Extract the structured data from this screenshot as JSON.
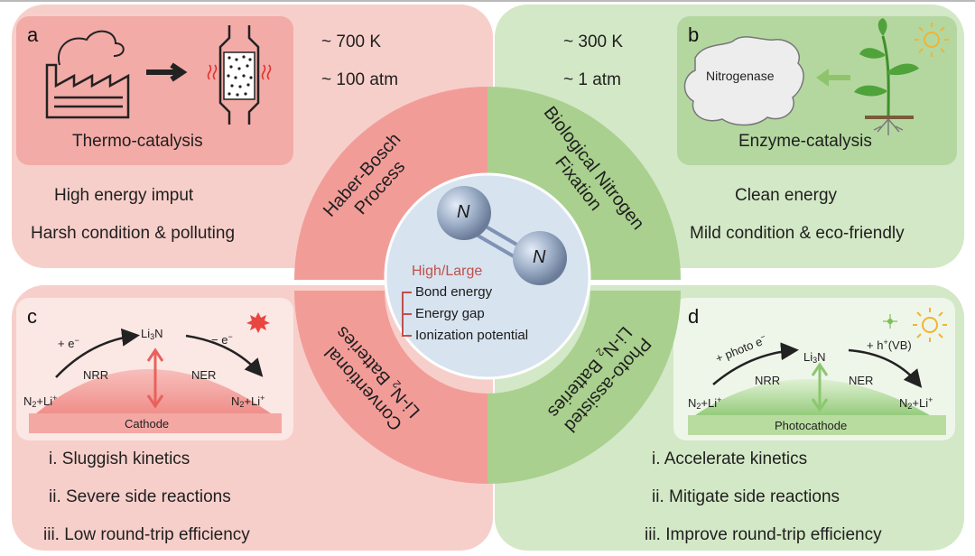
{
  "panels": {
    "a": {
      "letter": "a",
      "image_label": "Thermo-catalysis",
      "conditions": [
        "~ 700 K",
        "~ 100 atm"
      ],
      "features": [
        "High energy imput",
        "Harsh condition & polluting"
      ]
    },
    "b": {
      "letter": "b",
      "image_label": "Enzyme-catalysis",
      "enzyme": "Nitrogenase",
      "conditions": [
        "~ 300 K",
        "~ 1 atm"
      ],
      "features": [
        "Clean energy",
        "Mild condition & eco-friendly"
      ]
    },
    "c": {
      "letter": "c",
      "electron_left": "+ e",
      "electron_right": "− e",
      "product": "Li",
      "product_sub": "3",
      "product_tail": "N",
      "reaction_left": "NRR",
      "reaction_right": "NER",
      "reactant_left": "N",
      "reactant_left_sub": "2",
      "reactant_left_tail": "+Li",
      "reactant_right": "N",
      "reactant_right_sub": "2",
      "reactant_right_tail": "+Li",
      "electrode": "Cathode",
      "features": [
        "i. Sluggish kinetics",
        "ii. Severe side reactions",
        "iii. Low round-trip efficiency"
      ]
    },
    "d": {
      "letter": "d",
      "electron_left": "+ photo e",
      "hole_right": "+ h",
      "hole_right_tail": "(VB)",
      "product": "Li",
      "product_sub": "3",
      "product_tail": "N",
      "reaction_left": "NRR",
      "reaction_right": "NER",
      "reactant_left": "N",
      "reactant_left_sub": "2",
      "reactant_left_tail": "+Li",
      "reactant_right": "N",
      "reactant_right_sub": "2",
      "reactant_right_tail": "+Li",
      "electrode": "Photocathode",
      "features": [
        "i. Accelerate kinetics",
        "ii. Mitigate side reactions",
        "iii. Improve round-trip efficiency"
      ]
    }
  },
  "arcs": {
    "top_left": [
      "Haber-Bosch",
      "Process"
    ],
    "top_right": [
      "Biological Nitrogen",
      "Fixation"
    ],
    "bottom_left": [
      "Conventional",
      "Li-N",
      "2",
      " Batteries"
    ],
    "bottom_right": [
      "Photo-assisted",
      "Li-N",
      "2",
      " Batteries"
    ]
  },
  "center": {
    "atom_left": "N",
    "atom_right": "N",
    "heading": "High/Large",
    "properties": [
      "Bond energy",
      "Energy gap",
      "Ionization potential"
    ]
  },
  "colors": {
    "red_bg": "#f7cfca",
    "red_arc": "#f29c98",
    "green_bg": "#d3e8c6",
    "green_arc": "#a9d08e",
    "center_fill": "#d7e3ef",
    "heading_red": "#c0504d"
  }
}
